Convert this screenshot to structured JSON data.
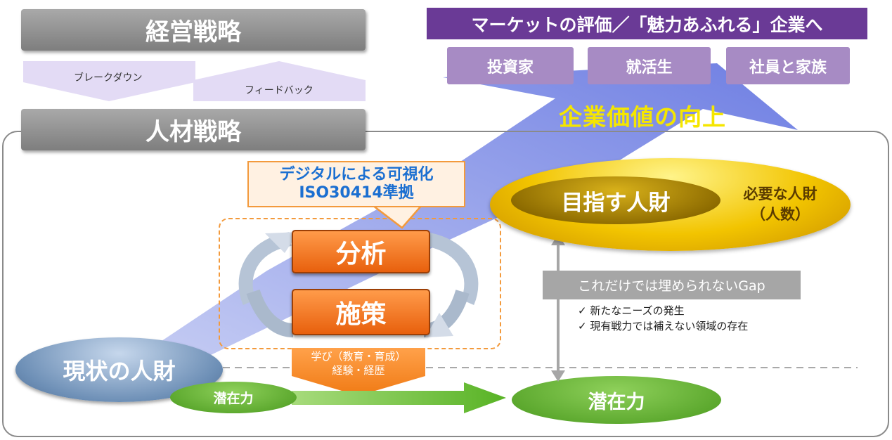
{
  "top": {
    "strategy_label": "経営戦略",
    "breakdown_label": "ブレークダウン",
    "feedback_label": "フィードバック",
    "hr_strategy_label": "人材戦略"
  },
  "market": {
    "heading": "マーケットの評価／「魅力あふれる」企業へ",
    "stakeholders": [
      "投資家",
      "就活生",
      "社員と家族"
    ],
    "value_up_label": "企業価値の向上"
  },
  "visualization": {
    "line1": "デジタルによる可視化",
    "line2": "ISO30414準拠"
  },
  "cycle": {
    "analysis_label": "分析",
    "measures_label": "施策"
  },
  "target": {
    "inner_label": "目指す人財",
    "needed_line1": "必要な人財",
    "needed_line2": "（人数）"
  },
  "gap": {
    "label": "これだけでは埋められないGap",
    "items": [
      "✓ 新たなニーズの発生",
      "✓ 現有戦力では補えない領域の存在"
    ]
  },
  "current": {
    "label": "現状の人財",
    "potential_small": "潜在力",
    "potential_large": "潜在力"
  },
  "learning": {
    "line1": "学び（教育・育成）",
    "line2": "経験・経歴"
  },
  "colors": {
    "purple": "#6a3a96",
    "stake_purple": "#a78bc4",
    "orange": "#f39a3c",
    "blue_text": "#1b6fd1",
    "gold": "#f2c400",
    "green": "#5aac2a",
    "value_yellow": "#f5e600"
  }
}
